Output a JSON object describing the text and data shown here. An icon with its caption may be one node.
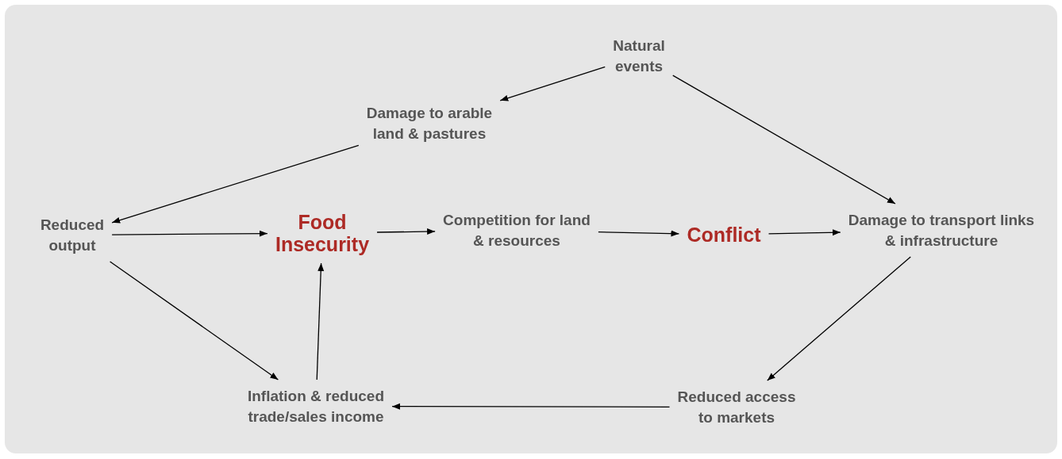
{
  "diagram": {
    "nodes": [
      {
        "text": [
          "Natural events"
        ]
      },
      {
        "text": [
          "Damage to arable land & pastures"
        ]
      },
      {
        "text": [
          "Reduced output"
        ]
      },
      {
        "text": [
          "Food Insecurity"
        ]
      },
      {
        "text": [
          "Competition for land & resources"
        ]
      },
      {
        "text": [
          "Conflict"
        ]
      },
      {
        "text": [
          "Damage to transport links & infrastructure"
        ]
      },
      {
        "text": [
          "Reduced access to markets"
        ]
      },
      {
        "text": [
          "Inflation & reduced trade/sales income"
        ]
      }
    ],
    "edges": [
      {
        "from": 0,
        "to": 1,
        "arrow": "to"
      },
      {
        "from": 0,
        "to": 6,
        "arrow": "to"
      },
      {
        "from": 1,
        "to": 2,
        "arrow": "to"
      },
      {
        "from": 2,
        "to": 3,
        "arrow": "to"
      },
      {
        "from": 3,
        "to": 4,
        "arrow": "to"
      },
      {
        "from": 4,
        "to": 5,
        "arrow": "to"
      },
      {
        "from": 5,
        "to": 6,
        "arrow": "to"
      },
      {
        "from": 6,
        "to": 7,
        "arrow": "to"
      },
      {
        "from": 7,
        "to": 8,
        "arrow": "to"
      },
      {
        "from": 8,
        "to": 3,
        "arrow": "to"
      },
      {
        "from": 2,
        "to": 8,
        "arrow": "to"
      }
    ]
  }
}
